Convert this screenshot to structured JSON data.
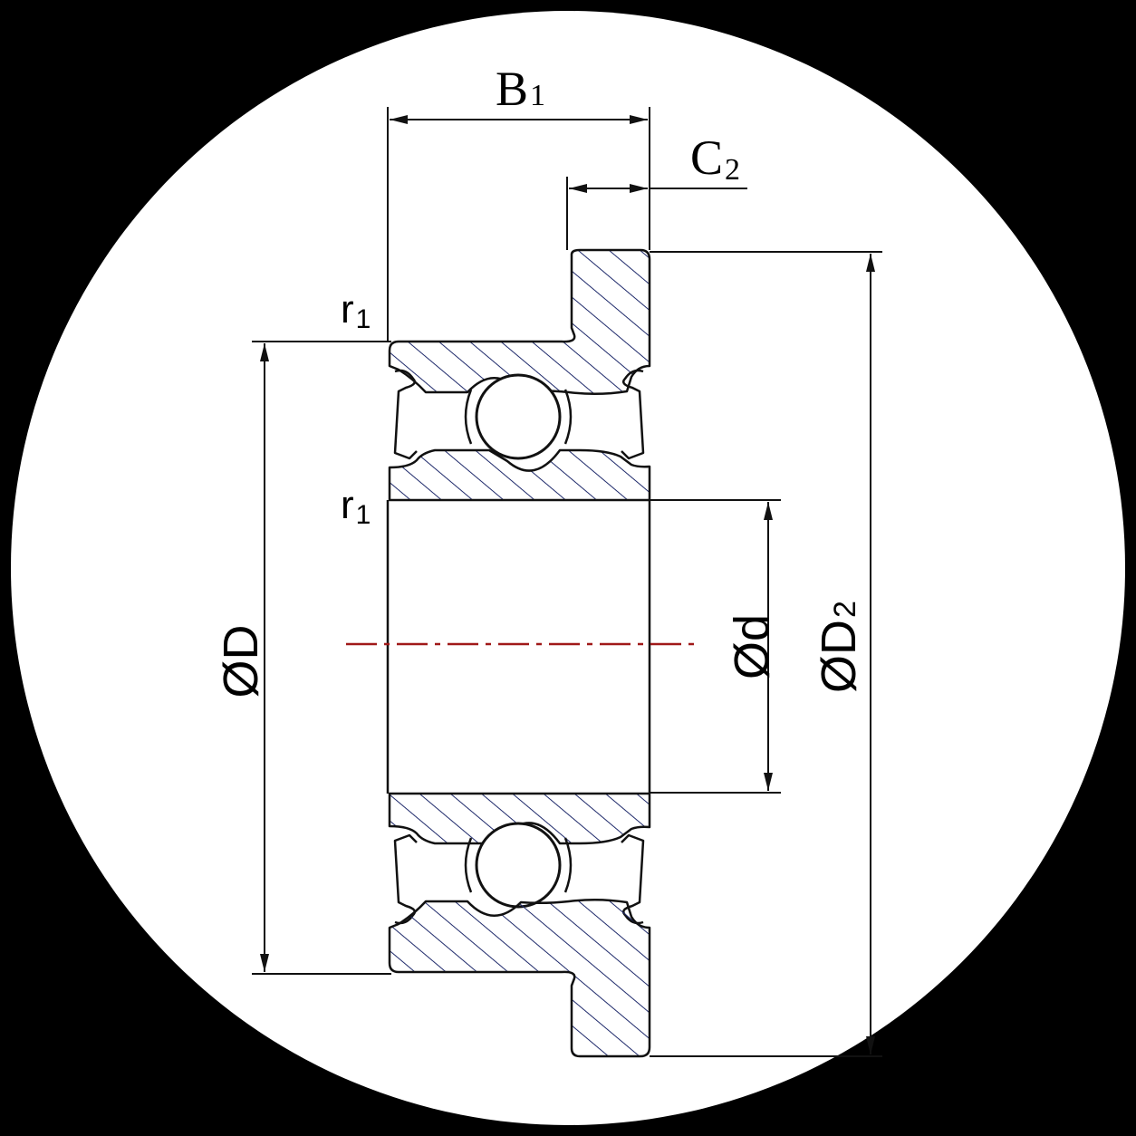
{
  "diagram": {
    "labels": {
      "B": "B",
      "B_sub": "1",
      "C": "C",
      "C_sub": "2",
      "r_top": "r",
      "r_top_sub": "1",
      "r_mid": "r",
      "r_mid_sub": "1",
      "D": "ØD",
      "d": "Ød",
      "D2": "ØD",
      "D2_sub": "2"
    },
    "colors": {
      "background": "#000000",
      "circle_fill": "#ffffff",
      "outline": "#111111",
      "hatch": "#1f2a6b",
      "centerline": "#a01818"
    }
  }
}
